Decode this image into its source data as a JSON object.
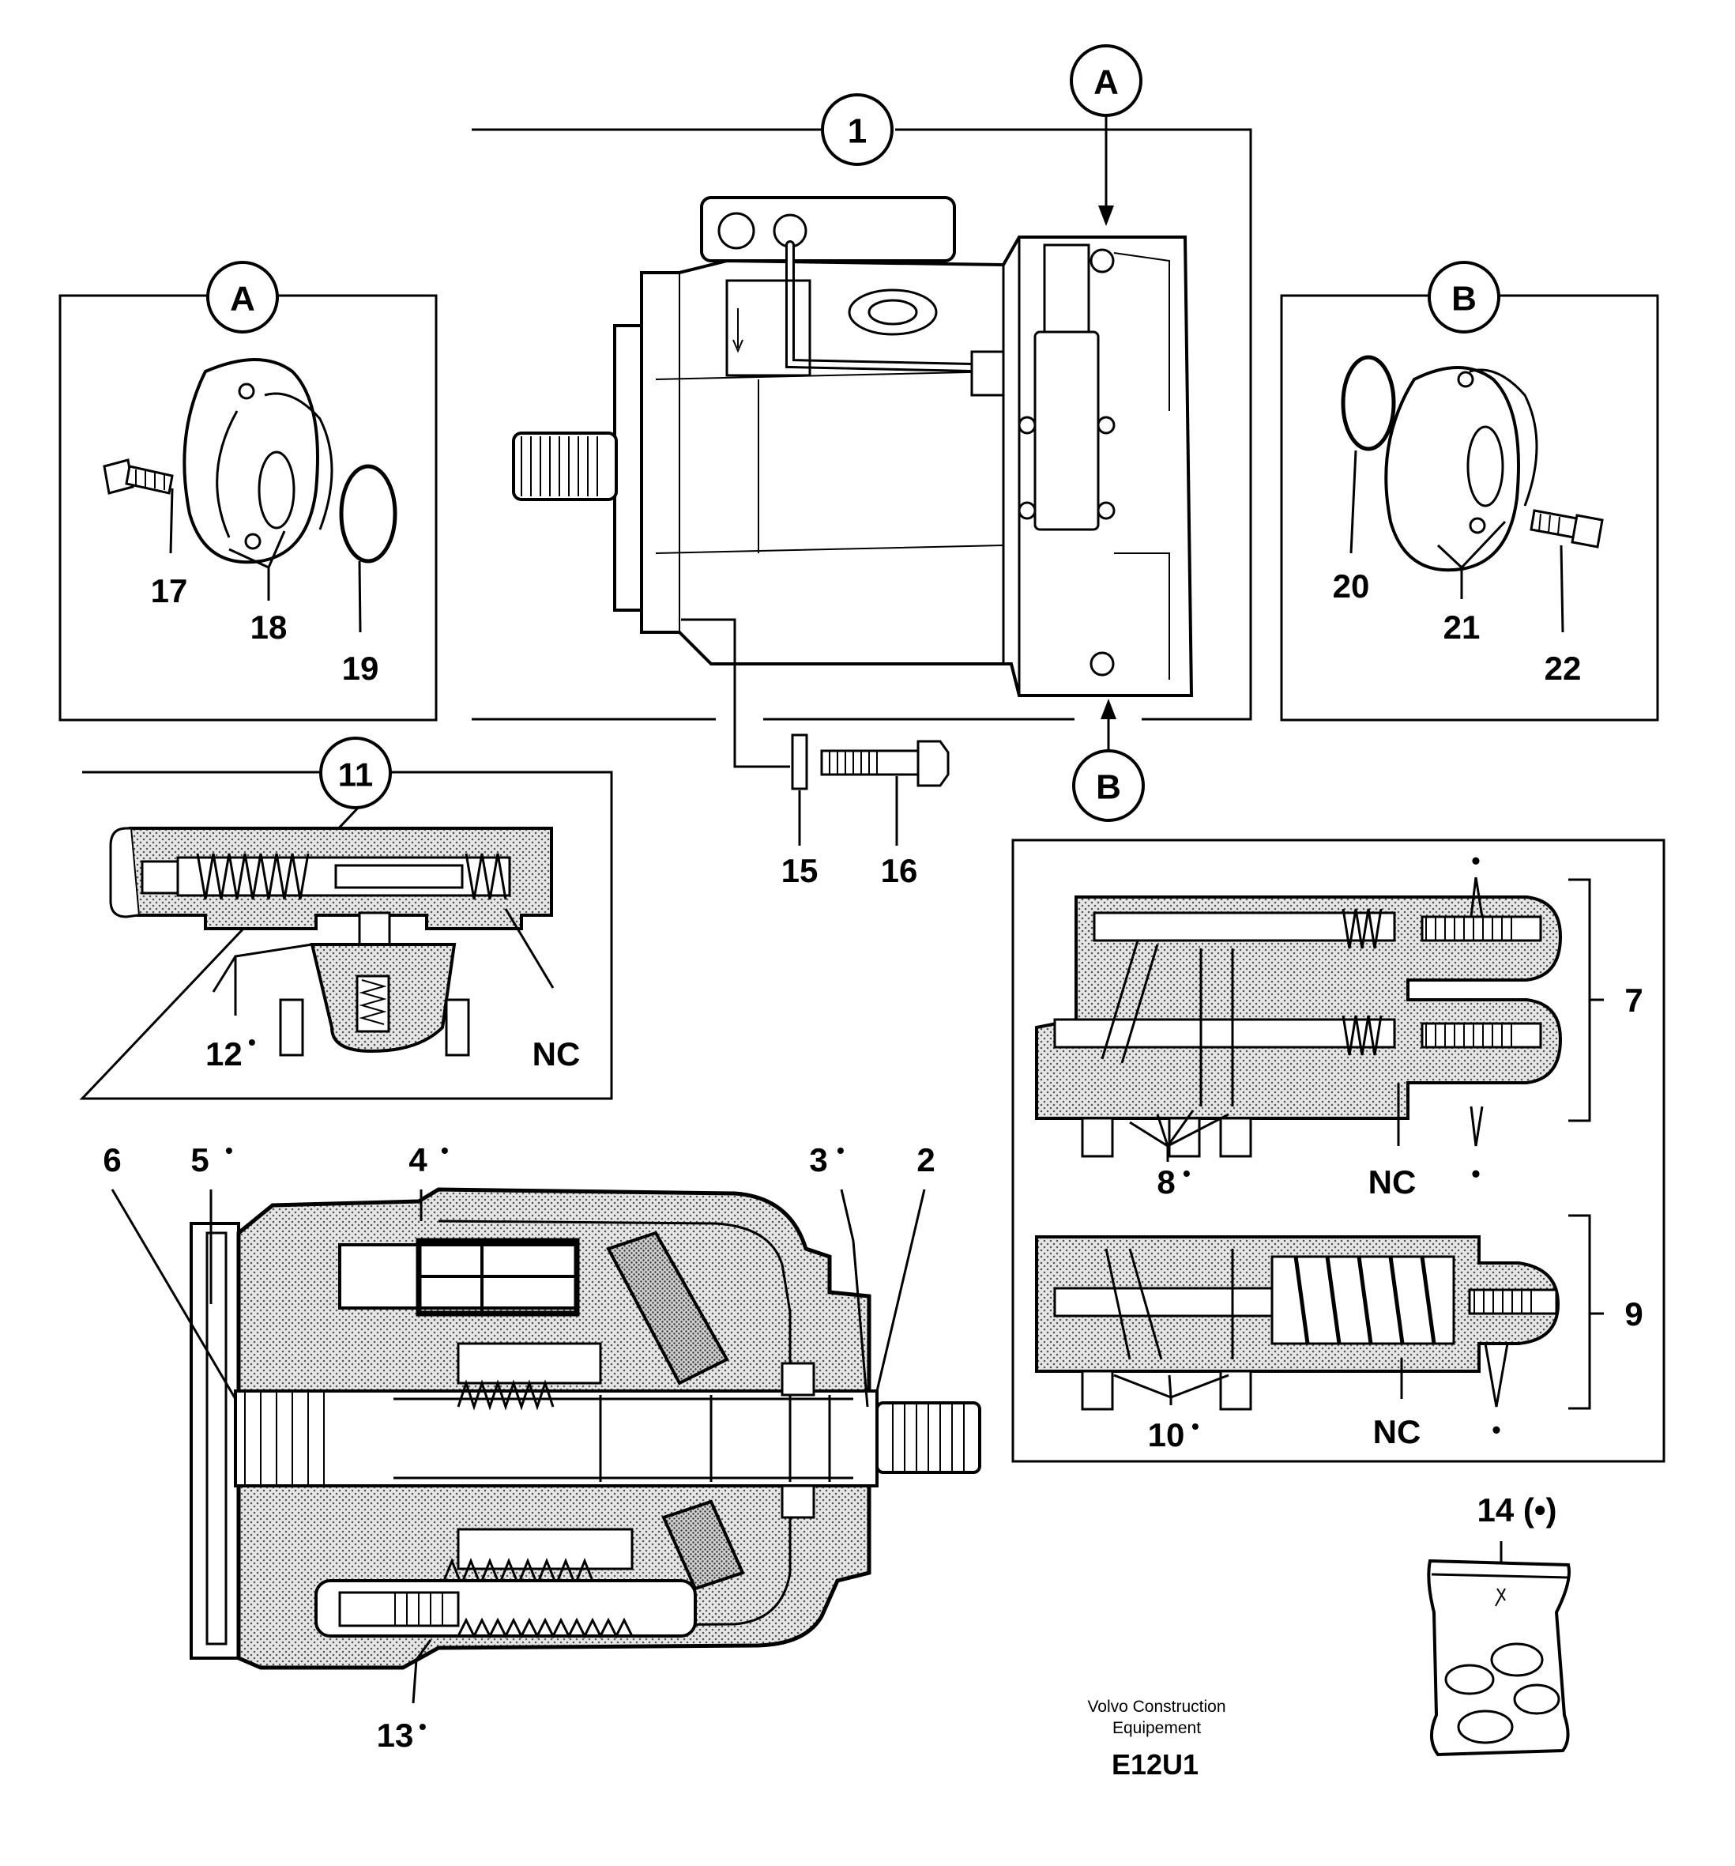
{
  "callouts": {
    "c1": "1",
    "c2": "2",
    "c3": "3",
    "c4": "4",
    "c5": "5",
    "c6": "6",
    "c7": "7",
    "c8": "8",
    "c9": "9",
    "c10": "10",
    "c11": "11",
    "c12": "12",
    "c13": "13",
    "c14": "14 (•)",
    "c15": "15",
    "c16": "16",
    "c17": "17",
    "c18": "18",
    "c19": "19",
    "c20": "20",
    "c21": "21",
    "c22": "22"
  },
  "views": {
    "a": "A",
    "b": "B"
  },
  "nc": "NC",
  "bullet": "•",
  "brand": {
    "line1": "Volvo Construction",
    "line2": "Equipement",
    "code": "E12U1"
  },
  "colors": {
    "ink": "#000000",
    "stipple": "#b9b9b9",
    "paper": "#ffffff"
  }
}
